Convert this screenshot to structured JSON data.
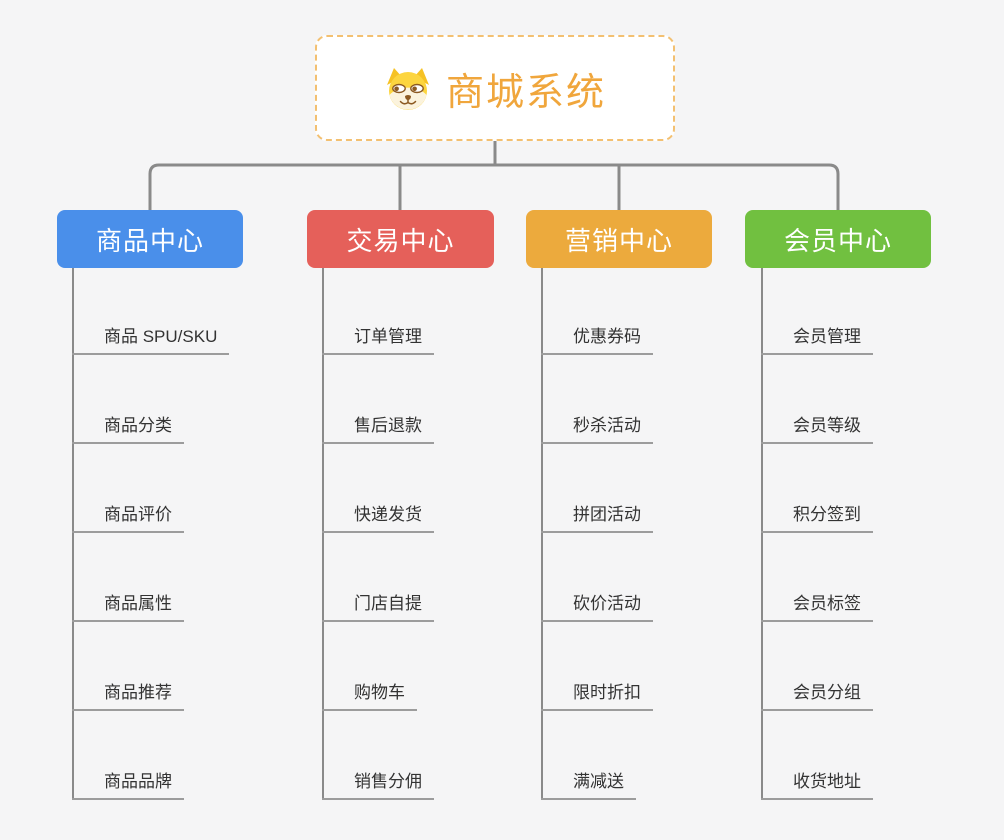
{
  "root": {
    "title": "商城系统",
    "icon": "dog-face-icon",
    "title_color": "#f0a63c",
    "border_color": "#f3c071"
  },
  "connector_color": "#8a8a8a",
  "underline_color": "#9c9c9c",
  "background_color": "#f5f5f6",
  "branches": [
    {
      "label": "商品中心",
      "color": "#4a8fea",
      "children": [
        "商品 SPU/SKU",
        "商品分类",
        "商品评价",
        "商品属性",
        "商品推荐",
        "商品品牌"
      ]
    },
    {
      "label": "交易中心",
      "color": "#e5605a",
      "children": [
        "订单管理",
        "售后退款",
        "快递发货",
        "门店自提",
        "购物车",
        "销售分佣"
      ]
    },
    {
      "label": "营销中心",
      "color": "#ecaa3d",
      "children": [
        "优惠券码",
        "秒杀活动",
        "拼团活动",
        "砍价活动",
        "限时折扣",
        "满减送"
      ]
    },
    {
      "label": "会员中心",
      "color": "#71c040",
      "children": [
        "会员管理",
        "会员等级",
        "积分签到",
        "会员标签",
        "会员分组",
        "收货地址"
      ]
    }
  ]
}
